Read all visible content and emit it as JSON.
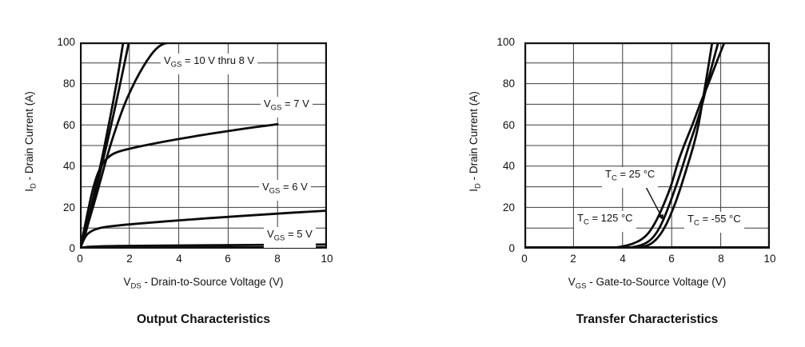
{
  "colors": {
    "ink": "#111111",
    "grid": "#3d3d3d",
    "background": "#ffffff"
  },
  "charts": [
    {
      "caption": "Output Characteristics",
      "y_title": {
        "main": "I",
        "sub": "D",
        "rest": " - Drain Current (A)"
      },
      "x_title": {
        "main": "V",
        "sub": "DS",
        "rest": " - Drain-to-Source Voltage (V)"
      },
      "y_ticks": [
        "0",
        "20",
        "40",
        "60",
        "80",
        "100"
      ],
      "x_ticks": [
        "0",
        "2",
        "4",
        "6",
        "8",
        "10"
      ],
      "labels": [
        {
          "main": "V",
          "sub": "GS",
          "rest": " = 10 V thru 8 V"
        },
        {
          "main": "V",
          "sub": "GS",
          "rest": " = 7 V"
        },
        {
          "main": "V",
          "sub": "GS",
          "rest": " = 6 V"
        },
        {
          "main": "V",
          "sub": "GS",
          "rest": " = 5 V"
        }
      ]
    },
    {
      "caption": "Transfer Characteristics",
      "y_title": {
        "main": "I",
        "sub": "D",
        "rest": " - Drain Current (A)"
      },
      "x_title": {
        "main": "V",
        "sub": "GS",
        "rest": " - Gate-to-Source Voltage (V)"
      },
      "y_ticks": [
        "0",
        "20",
        "40",
        "60",
        "80",
        "100"
      ],
      "x_ticks": [
        "0",
        "2",
        "4",
        "6",
        "8",
        "10"
      ],
      "labels": [
        {
          "main": "T",
          "sub": "C",
          "rest": " = 25 °C"
        },
        {
          "main": "T",
          "sub": "C",
          "rest": " = 125 °C"
        },
        {
          "main": "T",
          "sub": "C",
          "rest": " = -55 °C"
        }
      ]
    }
  ],
  "chart_data": [
    {
      "type": "line",
      "title": "Output Characteristics",
      "xlabel": "VDS - Drain-to-Source Voltage (V)",
      "ylabel": "ID - Drain Current (A)",
      "xlim": [
        0,
        10
      ],
      "ylim": [
        0,
        100
      ],
      "x_major_ticks": [
        0,
        2,
        4,
        6,
        8,
        10
      ],
      "y_major_ticks": [
        0,
        20,
        40,
        60,
        80,
        100
      ],
      "grid": true,
      "grid_step_x": 2,
      "grid_step_y": 10,
      "legend_position": "in-plot annotations",
      "annotations": [
        "VGS = 10 V thru 8 V",
        "VGS = 7 V",
        "VGS = 6 V",
        "VGS = 5 V"
      ],
      "series": [
        {
          "name": "VGS = 10 V",
          "points": [
            [
              0,
              0
            ],
            [
              0.15,
              5
            ],
            [
              0.35,
              15
            ],
            [
              0.6,
              28
            ],
            [
              0.9,
              44
            ],
            [
              1.2,
              62
            ],
            [
              1.5,
              81
            ],
            [
              1.75,
              100
            ]
          ]
        },
        {
          "name": "VGS = 9 V",
          "points": [
            [
              0,
              0
            ],
            [
              0.15,
              4.5
            ],
            [
              0.35,
              14
            ],
            [
              0.6,
              26
            ],
            [
              0.9,
              41
            ],
            [
              1.25,
              59
            ],
            [
              1.65,
              81
            ],
            [
              1.98,
              100
            ]
          ]
        },
        {
          "name": "VGS = 8 V",
          "points": [
            [
              0,
              0
            ],
            [
              0.15,
              4
            ],
            [
              0.35,
              13
            ],
            [
              0.6,
              23
            ],
            [
              0.9,
              36
            ],
            [
              1.2,
              49
            ],
            [
              1.5,
              60
            ],
            [
              1.8,
              70
            ],
            [
              2.1,
              78
            ],
            [
              2.4,
              85
            ],
            [
              2.7,
              91
            ],
            [
              3.0,
              96
            ],
            [
              3.3,
              99
            ],
            [
              3.6,
              100
            ]
          ]
        },
        {
          "name": "VGS = 7 V",
          "points": [
            [
              0,
              0
            ],
            [
              0.15,
              8
            ],
            [
              0.3,
              17
            ],
            [
              0.5,
              28
            ],
            [
              0.7,
              36
            ],
            [
              0.9,
              41
            ],
            [
              1.1,
              44
            ],
            [
              1.4,
              46.5
            ],
            [
              2,
              48.5
            ],
            [
              3,
              51
            ],
            [
              4,
              53.2
            ],
            [
              5,
              55.2
            ],
            [
              6,
              57
            ],
            [
              7,
              58.8
            ],
            [
              8,
              60.3
            ]
          ]
        },
        {
          "name": "VGS = 6 V",
          "points": [
            [
              0,
              0
            ],
            [
              0.1,
              3
            ],
            [
              0.25,
              6.5
            ],
            [
              0.45,
              8.5
            ],
            [
              0.7,
              9.7
            ],
            [
              1,
              10.5
            ],
            [
              1.5,
              11.2
            ],
            [
              2,
              11.8
            ],
            [
              3,
              12.8
            ],
            [
              4,
              13.7
            ],
            [
              5,
              14.6
            ],
            [
              6,
              15.4
            ],
            [
              7,
              16.2
            ],
            [
              8,
              17
            ],
            [
              9,
              17.7
            ],
            [
              10,
              18.4
            ]
          ]
        },
        {
          "name": "VGS = 5 V",
          "points": [
            [
              0,
              0
            ],
            [
              0.1,
              0.5
            ],
            [
              0.3,
              0.9
            ],
            [
              1,
              1.2
            ],
            [
              2,
              1.35
            ],
            [
              4,
              1.55
            ],
            [
              6,
              1.7
            ],
            [
              8,
              1.85
            ],
            [
              10,
              2
            ]
          ]
        }
      ]
    },
    {
      "type": "line",
      "title": "Transfer Characteristics",
      "xlabel": "VGS - Gate-to-Source Voltage (V)",
      "ylabel": "ID - Drain Current (A)",
      "xlim": [
        0,
        10
      ],
      "ylim": [
        0,
        100
      ],
      "x_major_ticks": [
        0,
        2,
        4,
        6,
        8,
        10
      ],
      "y_major_ticks": [
        0,
        20,
        40,
        60,
        80,
        100
      ],
      "grid": true,
      "grid_step_x": 2,
      "grid_step_y": 10,
      "legend_position": "in-plot annotations",
      "annotations": [
        "TC = 25 °C (arrow to middle curve)",
        "TC = 125 °C",
        "TC = -55 °C"
      ],
      "series": [
        {
          "name": "TC = 125 °C",
          "points": [
            [
              0,
              0.2
            ],
            [
              3,
              0.3
            ],
            [
              3.6,
              0.5
            ],
            [
              4,
              1
            ],
            [
              4.4,
              2.2
            ],
            [
              4.8,
              4.5
            ],
            [
              5.1,
              8
            ],
            [
              5.4,
              14
            ],
            [
              5.7,
              22
            ],
            [
              6,
              31
            ],
            [
              6.2,
              40
            ],
            [
              6.5,
              50
            ],
            [
              6.85,
              60
            ],
            [
              7.15,
              70
            ],
            [
              7.5,
              80
            ],
            [
              7.85,
              91
            ],
            [
              8.15,
              100
            ]
          ]
        },
        {
          "name": "TC = 25 °C",
          "points": [
            [
              0,
              0.15
            ],
            [
              3.6,
              0.25
            ],
            [
              4.2,
              0.4
            ],
            [
              4.6,
              1
            ],
            [
              5,
              2.8
            ],
            [
              5.3,
              6
            ],
            [
              5.6,
              12
            ],
            [
              5.9,
              21
            ],
            [
              6.2,
              31
            ],
            [
              6.45,
              40
            ],
            [
              6.7,
              50
            ],
            [
              7.0,
              60
            ],
            [
              7.25,
              70
            ],
            [
              7.45,
              80
            ],
            [
              7.67,
              90
            ],
            [
              7.9,
              100
            ]
          ]
        },
        {
          "name": "TC = -55 °C",
          "points": [
            [
              0,
              0.1
            ],
            [
              4,
              0.2
            ],
            [
              4.5,
              0.4
            ],
            [
              4.9,
              1
            ],
            [
              5.2,
              2.5
            ],
            [
              5.5,
              6
            ],
            [
              5.8,
              12
            ],
            [
              6.05,
              19
            ],
            [
              6.3,
              27
            ],
            [
              6.64,
              40
            ],
            [
              6.9,
              50
            ],
            [
              7.1,
              60
            ],
            [
              7.25,
              71
            ],
            [
              7.38,
              80
            ],
            [
              7.52,
              90
            ],
            [
              7.65,
              100
            ]
          ]
        }
      ]
    }
  ]
}
